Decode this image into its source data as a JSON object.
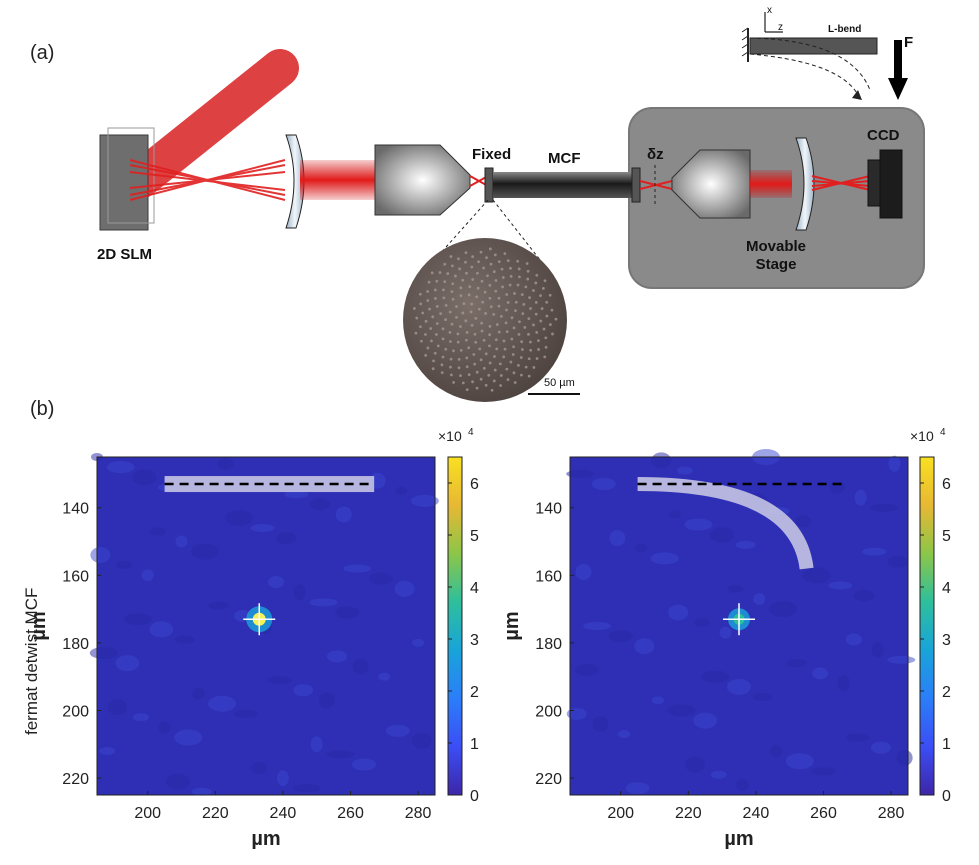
{
  "panel_a": {
    "label": "(a)",
    "components": {
      "slm": "2D SLM",
      "fixed": "Fixed",
      "mcf": "MCF",
      "dz": "δz",
      "ccd": "CCD",
      "stage": "Movable Stage",
      "lbend": "L-bend",
      "force": "F",
      "axis_x": "x",
      "axis_z": "z"
    },
    "scale_bar": "50 µm"
  },
  "panel_b": {
    "label": "(b)",
    "side_label": "fermat detwist MCF",
    "exponent": "×10",
    "exponent_power": "4",
    "colors": {
      "field": "#2e2fb4",
      "spot": "#f2f25a",
      "overlay": "#cccce6"
    }
  },
  "chart_data": [
    {
      "type": "heatmap",
      "title": "",
      "xlabel": "µm",
      "ylabel": "µm",
      "xlim": [
        185,
        285
      ],
      "ylim": [
        225,
        125
      ],
      "x_ticks": [
        "200",
        "220",
        "240",
        "260",
        "280"
      ],
      "y_ticks": [
        "140",
        "160",
        "180",
        "200",
        "220"
      ],
      "colorbar": {
        "min": 0,
        "max": 6.5,
        "ticks": [
          "0",
          "1",
          "2",
          "3",
          "4",
          "5",
          "6"
        ],
        "exponent": "4",
        "colormap": "parula"
      },
      "spot": {
        "x": 233,
        "y": 173,
        "peak": 6.2
      },
      "fiber_state": "straight"
    },
    {
      "type": "heatmap",
      "title": "",
      "xlabel": "µm",
      "ylabel": "µm",
      "xlim": [
        185,
        285
      ],
      "ylim": [
        225,
        125
      ],
      "x_ticks": [
        "200",
        "220",
        "240",
        "260",
        "280"
      ],
      "y_ticks": [
        "140",
        "160",
        "180",
        "200",
        "220"
      ],
      "colorbar": {
        "min": 0,
        "max": 6.5,
        "ticks": [
          "0",
          "1",
          "2",
          "3",
          "4",
          "5",
          "6"
        ],
        "exponent": "4",
        "colormap": "parula"
      },
      "spot": {
        "x": 235,
        "y": 173,
        "peak": 3.6
      },
      "fiber_state": "L-bend"
    }
  ]
}
